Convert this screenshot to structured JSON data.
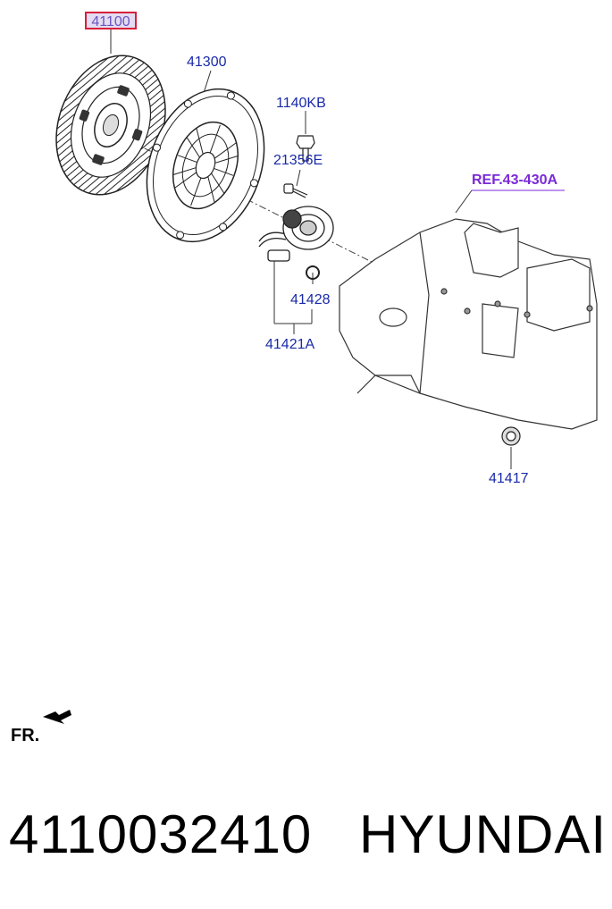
{
  "labels": {
    "disc": "41100",
    "cover": "41300",
    "bolt": "1140KB",
    "bolt2": "21356E",
    "oring": "41428",
    "cylinder": "41421A",
    "seal": "41417",
    "ref": "REF.43-430A",
    "front": "FR."
  },
  "caption": {
    "part_number": "4110032410",
    "brand": "HYUNDAI"
  }
}
